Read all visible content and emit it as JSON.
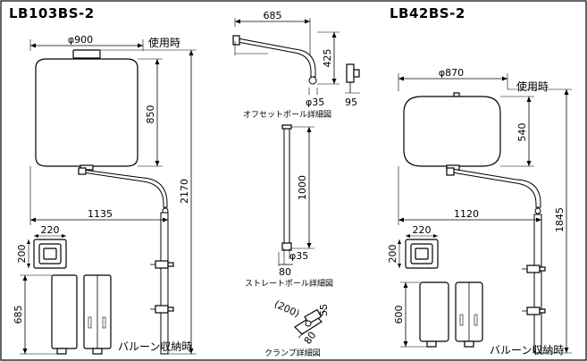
{
  "left": {
    "model": "LB103BS-2",
    "dia": "φ900",
    "in_use": "使用時",
    "h_body": "850",
    "h_total": "2170",
    "w_total": "1135",
    "box_w": "220",
    "box_h": "200",
    "stowed_h": "685",
    "stowed_label": "バルーン収納時"
  },
  "right": {
    "model": "LB42BS-2",
    "dia": "φ870",
    "in_use": "使用時",
    "h_body": "540",
    "h_total": "1845",
    "w_total": "1120",
    "box_w": "220",
    "box_h": "200",
    "stowed_h": "600",
    "stowed_label": "バルーン収納時"
  },
  "offset_pole": {
    "w": "685",
    "h": "425",
    "dia": "φ35",
    "side": "95",
    "caption": "オフセットポール詳細図"
  },
  "straight_pole": {
    "h": "1000",
    "dia": "φ35",
    "base": "80",
    "caption": "ストレートポール詳細図"
  },
  "clamp": {
    "a": "(200)",
    "b": "55",
    "c": "80",
    "caption": "クランプ詳細図"
  },
  "icons": [
    "balloon-light",
    "offset-pole",
    "straight-pole",
    "clamp",
    "control-box"
  ]
}
